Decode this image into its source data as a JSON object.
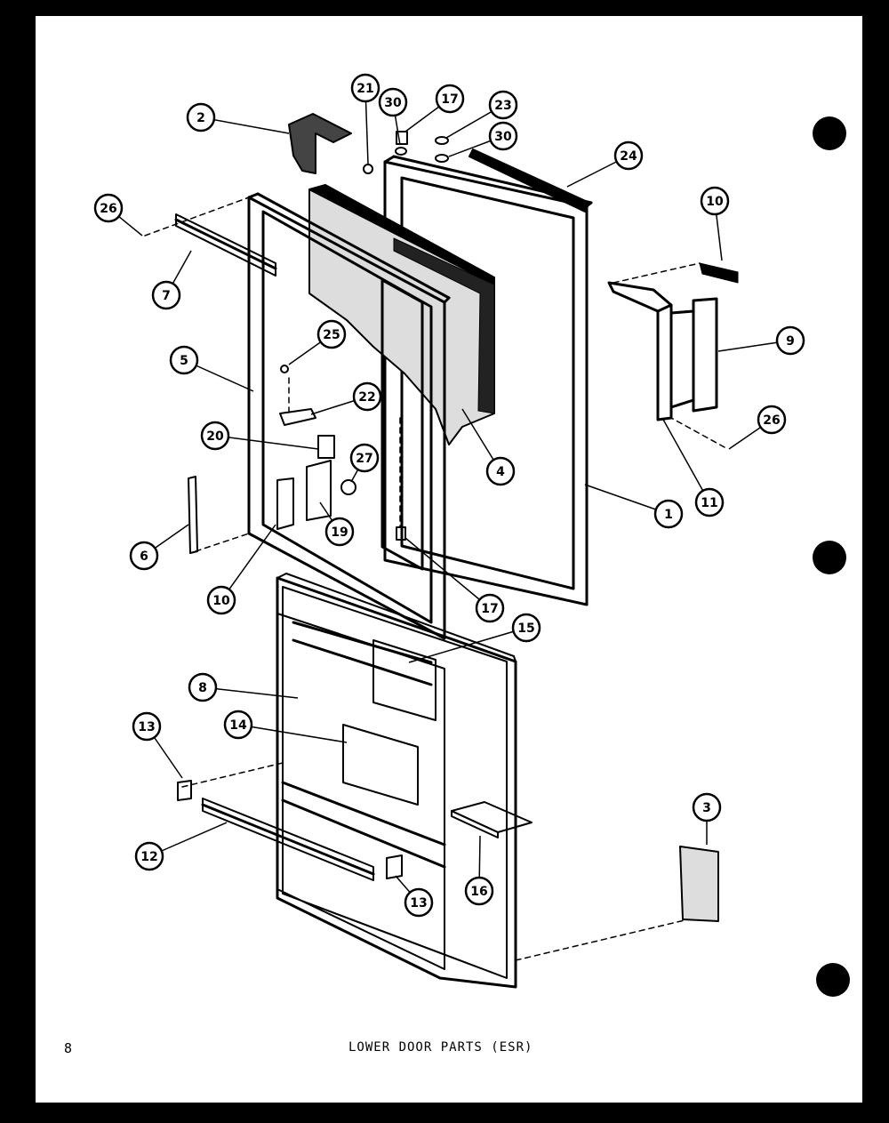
{
  "page_number": "8",
  "caption": "LOWER DOOR PARTS (ESR)",
  "callouts": [
    {
      "id": "c1",
      "label": "1"
    },
    {
      "id": "c2",
      "label": "2"
    },
    {
      "id": "c3",
      "label": "3"
    },
    {
      "id": "c4",
      "label": "4"
    },
    {
      "id": "c5",
      "label": "5"
    },
    {
      "id": "c6",
      "label": "6"
    },
    {
      "id": "c7",
      "label": "7"
    },
    {
      "id": "c8",
      "label": "8"
    },
    {
      "id": "c9",
      "label": "9"
    },
    {
      "id": "c10a",
      "label": "10"
    },
    {
      "id": "c10b",
      "label": "10"
    },
    {
      "id": "c11",
      "label": "11"
    },
    {
      "id": "c12",
      "label": "12"
    },
    {
      "id": "c13a",
      "label": "13"
    },
    {
      "id": "c13b",
      "label": "13"
    },
    {
      "id": "c14",
      "label": "14"
    },
    {
      "id": "c15",
      "label": "15"
    },
    {
      "id": "c16",
      "label": "16"
    },
    {
      "id": "c17a",
      "label": "17"
    },
    {
      "id": "c17b",
      "label": "17"
    },
    {
      "id": "c19",
      "label": "19"
    },
    {
      "id": "c20",
      "label": "20"
    },
    {
      "id": "c21",
      "label": "21"
    },
    {
      "id": "c22",
      "label": "22"
    },
    {
      "id": "c23",
      "label": "23"
    },
    {
      "id": "c24",
      "label": "24"
    },
    {
      "id": "c25",
      "label": "25"
    },
    {
      "id": "c26a",
      "label": "26"
    },
    {
      "id": "c26b",
      "label": "26"
    },
    {
      "id": "c27",
      "label": "27"
    },
    {
      "id": "c30a",
      "label": "30"
    },
    {
      "id": "c30b",
      "label": "30"
    }
  ]
}
